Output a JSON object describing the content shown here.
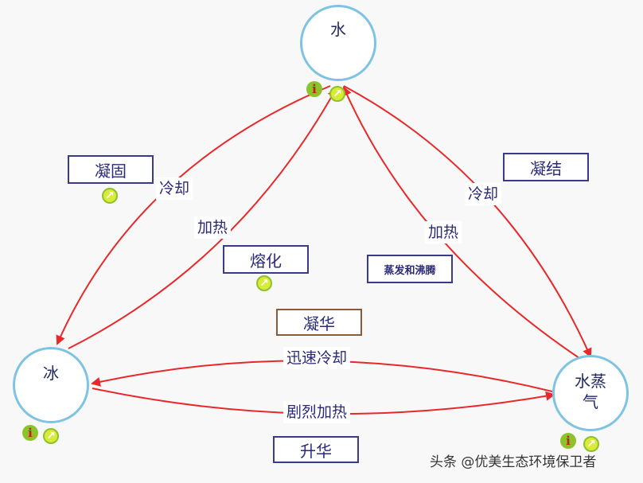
{
  "states": {
    "water": "水",
    "ice": "冰",
    "vapor_line1": "水蒸",
    "vapor_line2": "气"
  },
  "processes": {
    "solidify": "凝固",
    "melt": "熔化",
    "condense": "凝结",
    "evaporate_boil": "蒸发和沸腾",
    "deposition": "凝华",
    "sublimation": "升华"
  },
  "conditions": {
    "cool_left": "冷却",
    "heat_left": "加热",
    "cool_right": "冷却",
    "heat_right": "加热",
    "rapid_cool": "迅速冷却",
    "intense_heat": "剧烈加热"
  },
  "icons": [
    "info-icon",
    "link-icon"
  ],
  "colors": {
    "arrow": "#e8282a",
    "circle_border": "#7ec3e4",
    "box_border": "#3a3a8c",
    "deposition_border": "#8a5a3a",
    "icon_green": "#8ec22a"
  },
  "watermark": "头条 @优美生态环境保卫者"
}
